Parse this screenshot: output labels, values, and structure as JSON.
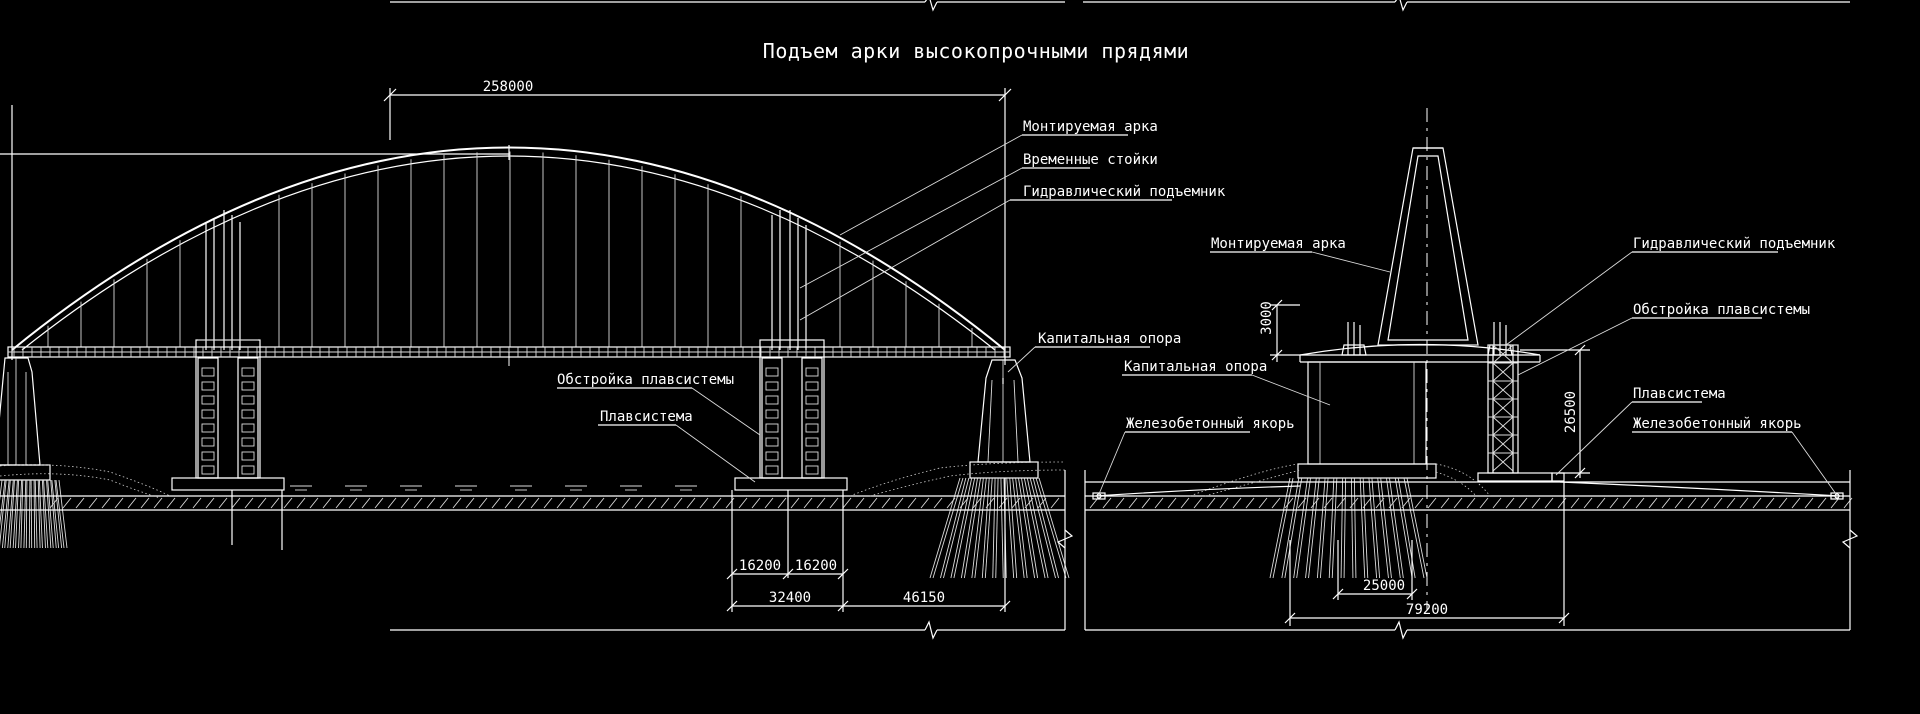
{
  "title": "Подъем арки высокопрочными прядями",
  "left_view": {
    "labels": {
      "arch": "Монтируемая арка",
      "temp_supports": "Временные стойки",
      "jack": "Гидравлический подъемник",
      "capital_pier": "Капитальная опора",
      "float_frame": "Обстройка плавсистемы",
      "float_system": "Плавсистема"
    },
    "dimensions": {
      "span": "258000",
      "d1": "16200",
      "d2": "16200",
      "d3": "32400",
      "d4": "46150"
    }
  },
  "right_view": {
    "labels": {
      "arch": "Монтируемая арка",
      "capital_pier": "Капитальная опора",
      "anchor_left": "Железобетонный якорь",
      "jack": "Гидравлический подъемник",
      "float_frame": "Обстройка плавсистемы",
      "float_system": "Плавсистема",
      "anchor_right": "Железобетонный якорь"
    },
    "dimensions": {
      "h_small": "3000",
      "h_tower": "26500",
      "w_pier": "25000",
      "w_total": "79200"
    }
  }
}
